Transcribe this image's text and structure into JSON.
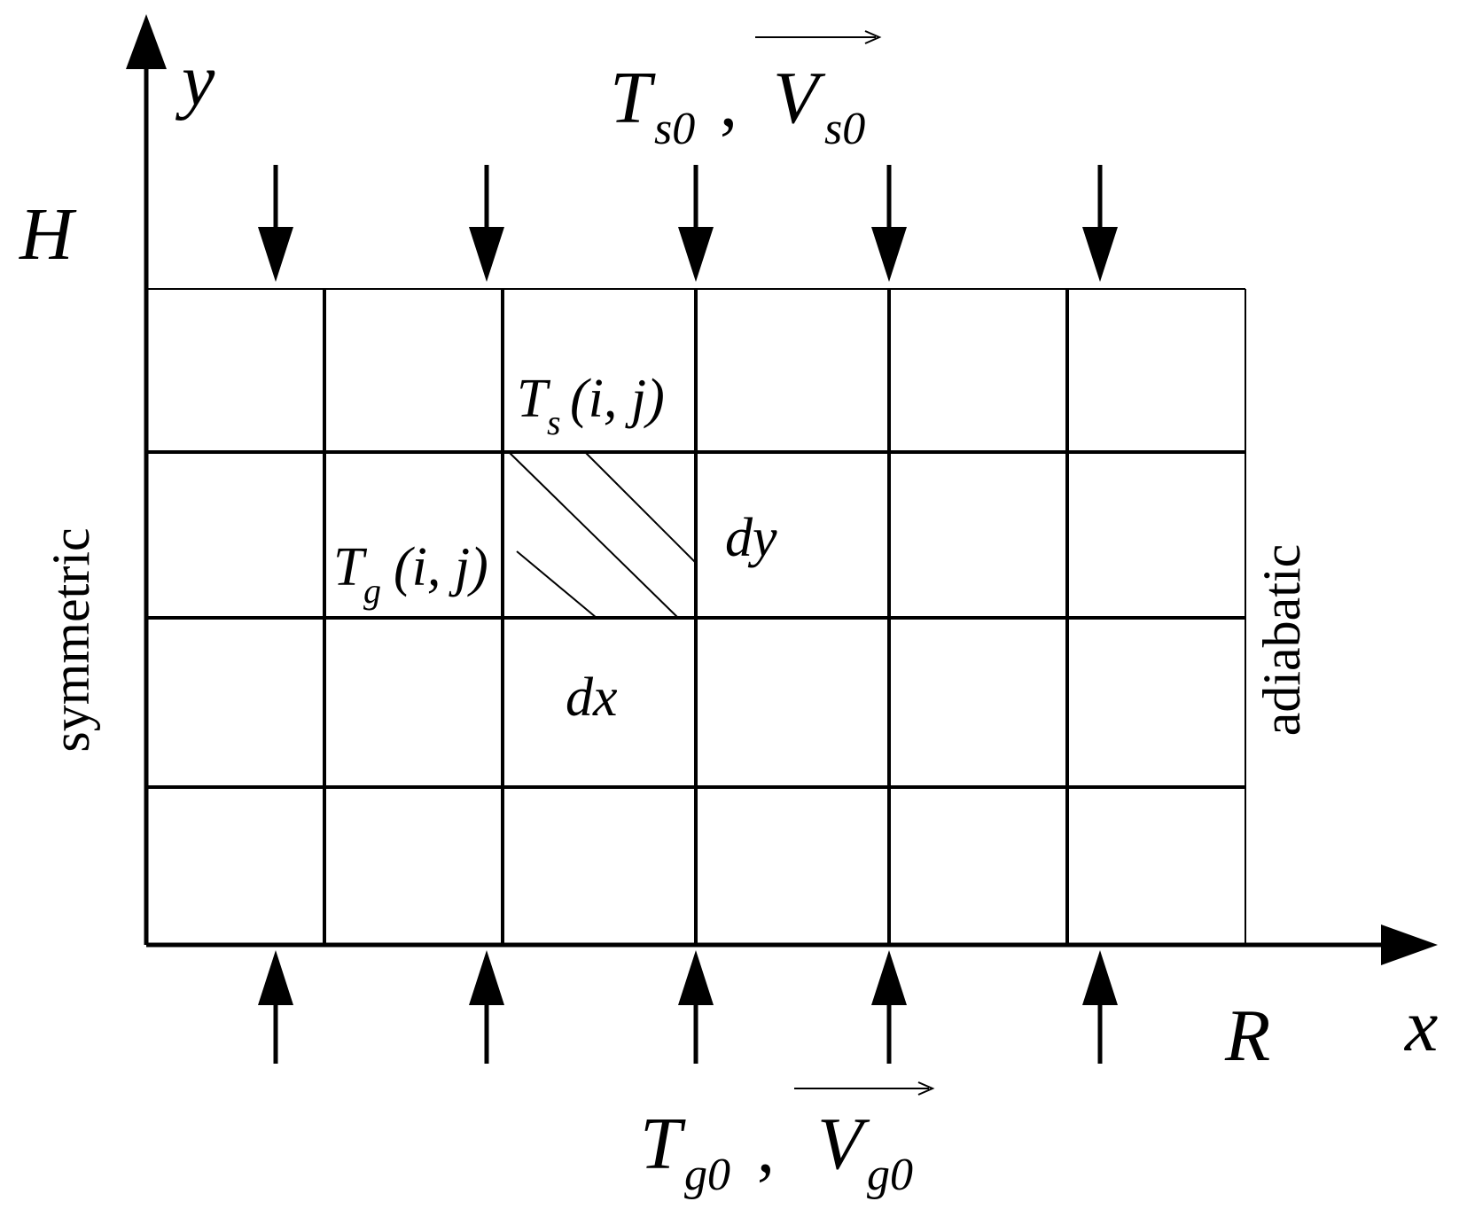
{
  "colors": {
    "ink": "#000000",
    "background": "#ffffff"
  },
  "axes": {
    "x": "x",
    "y": "y",
    "x_end": "R",
    "y_end": "H"
  },
  "top_boundary": {
    "T": "T",
    "T_sub": "s0",
    "sep": ",",
    "V": "V",
    "V_sub": "s0"
  },
  "bottom_boundary": {
    "T": "T",
    "T_sub": "g0",
    "sep": ",",
    "V": "V",
    "V_sub": "g0"
  },
  "left_boundary": "symmetric",
  "right_boundary": "adiabatic",
  "cell_labels": {
    "ts": {
      "T": "T",
      "sub": "s",
      "args": "(i, j)"
    },
    "tg": {
      "T": "T",
      "sub": "g",
      "args": "(i, j)"
    },
    "dy": "dy",
    "dx": "dx"
  },
  "grid": {
    "columns": 6,
    "rows": 4
  },
  "flow_arrows": {
    "count": 5
  }
}
